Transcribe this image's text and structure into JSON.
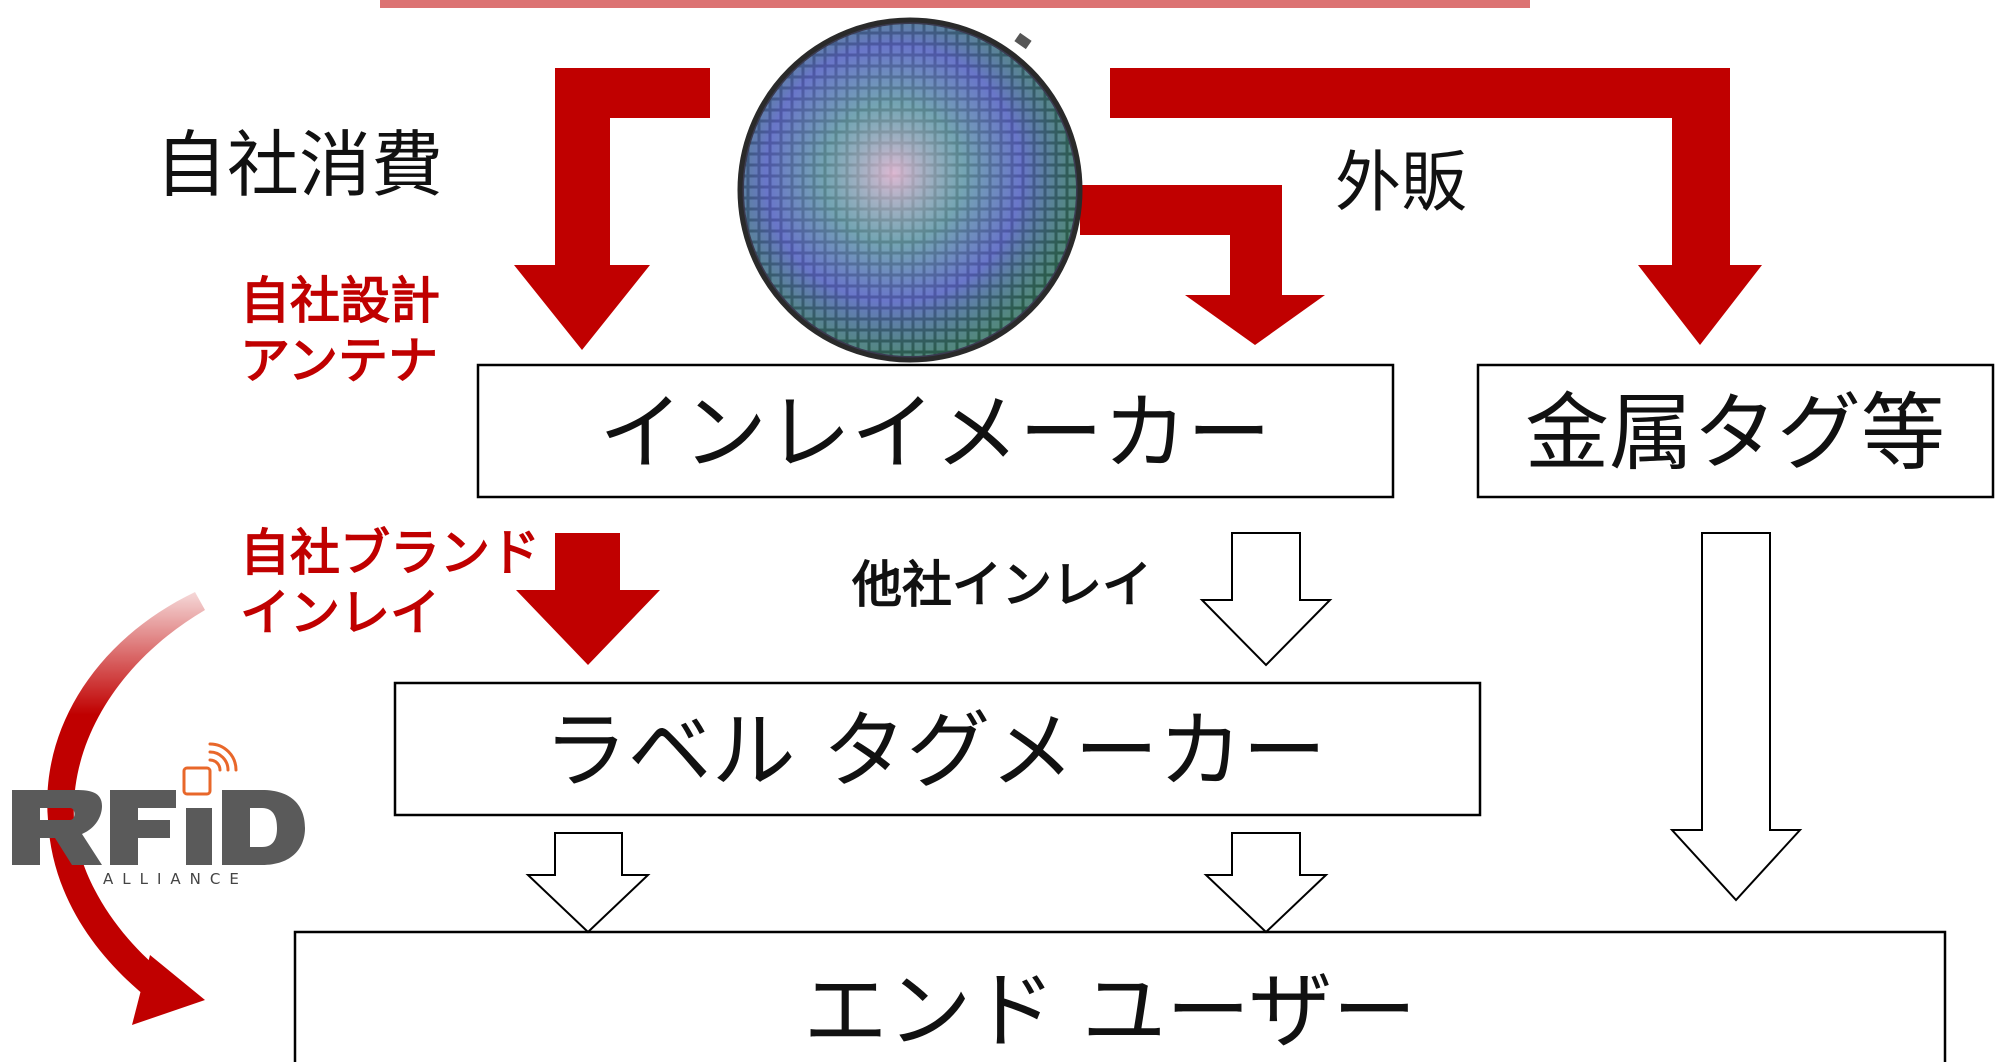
{
  "colors": {
    "accent_red": "#c00000",
    "box_border": "#000000",
    "text_black": "#111111",
    "logo_gray": "#5a5a5a",
    "logo_orange": "#e8672a"
  },
  "labels": {
    "self_consumption": "自社消費",
    "external_sales": "外販",
    "own_antenna_line1": "自社設計",
    "own_antenna_line2": "アンテナ",
    "own_brand_line1": "自社ブランド",
    "own_brand_line2": "インレイ",
    "other_inlay": "他社インレイ"
  },
  "boxes": {
    "inlay_maker": "インレイメーカー",
    "metal_tag": "金属タグ等",
    "label_tag_maker": "ラベル タグメーカー",
    "end_user": "エンド ユーザー"
  },
  "logo": {
    "brand": "RFID",
    "sub": "ALLIANCE",
    "icon": "wifi-signal-icon"
  },
  "wafer": {
    "icon": "silicon-wafer-image"
  }
}
